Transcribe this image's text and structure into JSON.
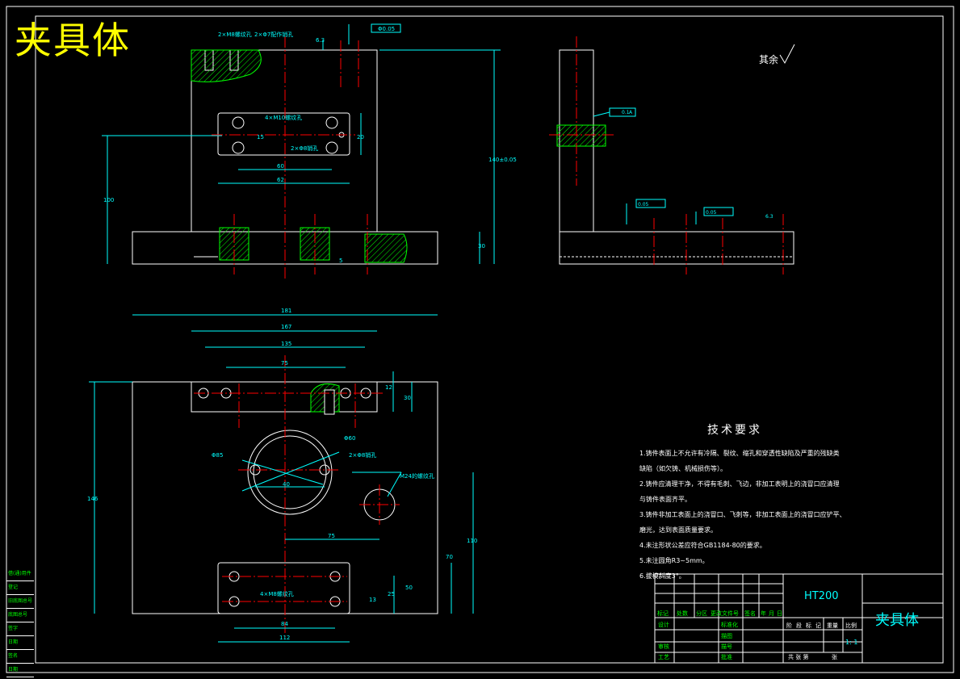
{
  "drawing": {
    "title": "夹具体",
    "material": "HT200",
    "block_title": "夹具体",
    "scale": "1: 1",
    "roughness_rest": "其余"
  },
  "tech_requirements": {
    "heading": "技术要求",
    "items": [
      "1.铸件表面上不允许有冷隔、裂纹、缩孔和穿透性缺陷及严重的残缺类",
      "缺陷（如欠铸、机械损伤等）。",
      "2.铸件应清理干净，不得有毛刺、飞边，非加工表明上的浇冒口应清理",
      "与铸件表面齐平。",
      "3.铸件非加工表面上的浇冒口、飞刺等，非加工表面上的浇冒口应铲平、",
      "磨光，达到表面质量要求。",
      "4.未注形状公差应符合GB1184-80的要求。",
      "5.未注圆角R3~5mm。",
      "6.拔模斜度3°。"
    ]
  },
  "annotations": {
    "top_view": [
      "2×M8螺纹孔",
      "2×Φ7配作销孔",
      "4×M10螺纹孔",
      "2×Φ8销孔",
      "Φ0.05"
    ],
    "dims_top": [
      "60",
      "62",
      "15",
      "20",
      "140±0.05",
      "30",
      "5",
      "100",
      "6.3"
    ],
    "plan_view": [
      "181",
      "167",
      "135",
      "75",
      "12",
      "30",
      "Φ85",
      "Φ60",
      "2×Φ8销孔",
      "40",
      "M24的螺纹孔",
      "75",
      "146",
      "110",
      "70",
      "4×M8螺纹孔",
      "84",
      "112",
      "13",
      "25",
      "50"
    ],
    "side_view": [
      "0.05",
      "0.05",
      "6.3",
      "0.1",
      "A"
    ]
  },
  "title_block": {
    "row_header": [
      "标记",
      "处数",
      "分区",
      "更改文件号",
      "签名",
      "年",
      "月",
      "日"
    ],
    "design": "设计",
    "standardize": "标准化",
    "stage": [
      "阶",
      "段",
      "标",
      "记"
    ],
    "weight": "重量",
    "ratio": "比例",
    "review": "审核",
    "process": "工艺",
    "approve": "批准",
    "draw": "描图",
    "serial": "描号",
    "sheets": "共   张   第",
    "sheet_label": "张"
  },
  "side_column": [
    "借(通)用件",
    "登记",
    "旧底图总号",
    "底图总号",
    "签字",
    "日期",
    "签名",
    "日期"
  ],
  "colors": {
    "outline": "#ffffff",
    "dim": "#00ffff",
    "center": "#ff0000",
    "hatch": "#00ff00",
    "title": "#ffff00"
  }
}
